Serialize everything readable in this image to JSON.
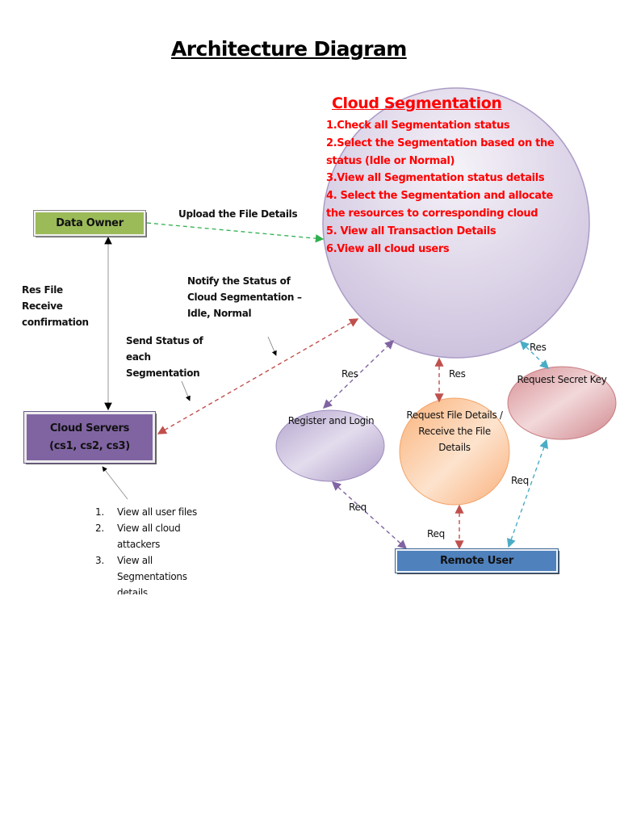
{
  "title": "Architecture Diagram",
  "colors": {
    "data_owner": "#9bbb59",
    "cloud_servers": "#8064a2",
    "remote_user": "#4f81bd",
    "segmentation_text": "#ff0000",
    "arrow_green": "#2eb050",
    "arrow_red": "#c0504d",
    "arrow_purple": "#8064a2",
    "arrow_cyan": "#4bacc6"
  },
  "cloud_segmentation": {
    "title": "Cloud Segmentation",
    "items": [
      "1.Check all Segmentation status",
      "2.Select the Segmentation based on the status (Idle or Normal)",
      "3.View all Segmentation status details",
      "4. Select the Segmentation and allocate the resources to corresponding cloud",
      "5. View all Transaction Details",
      "6.View all cloud users"
    ]
  },
  "nodes": {
    "data_owner": "Data Owner",
    "cloud_servers": "Cloud Servers (cs1, cs2, cs3)",
    "remote_user": "Remote User",
    "register_login": "Register and Login",
    "request_file": "Request File Details / Receive the File Details",
    "request_key": "Request Secret Key"
  },
  "labels": {
    "upload": "Upload the File Details",
    "res_file": "Res File Receive confirmation",
    "notify": "Notify the Status of Cloud Segmentation – Idle, Normal",
    "send_status": "Send Status of each Segmentation",
    "res_register": "Res",
    "res_file_details": "Res",
    "res_key": "Res",
    "req_register": "Req",
    "req_file": "Req",
    "req_key": "Req"
  },
  "cloud_server_functions": [
    {
      "num": "1.",
      "text": "View all user files"
    },
    {
      "num": "2.",
      "text": "View all cloud attackers"
    },
    {
      "num": "3.",
      "text": "View all Segmentations details"
    }
  ]
}
